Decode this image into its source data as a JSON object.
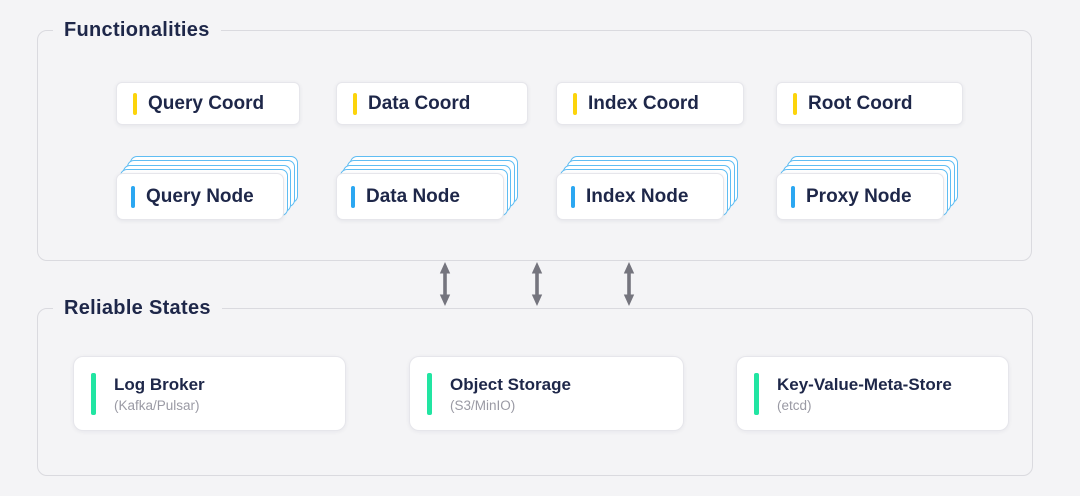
{
  "palette": {
    "background": "#F4F4F6",
    "border": "#DADADF",
    "card_border": "#E6E6EB",
    "card_bg": "#FFFFFF",
    "title_navy": "#1E2749",
    "subtext_gray": "#9A9AA4",
    "accent_yellow": "#FCD40B",
    "accent_blue": "#2BA7F1",
    "accent_green": "#21E5A2",
    "stack_border": "#5FBDF3",
    "arrow_gray": "#75757E"
  },
  "sections": {
    "functionalities": {
      "title": "Functionalities",
      "coordinators": [
        {
          "label": "Query Coord"
        },
        {
          "label": "Data Coord"
        },
        {
          "label": "Index Coord"
        },
        {
          "label": "Root Coord"
        }
      ],
      "nodes": [
        {
          "label": "Query Node"
        },
        {
          "label": "Data Node"
        },
        {
          "label": "Index Node"
        },
        {
          "label": "Proxy Node"
        }
      ]
    },
    "reliable_states": {
      "title": "Reliable States",
      "stores": [
        {
          "label": "Log Broker",
          "sublabel": "(Kafka/Pulsar)"
        },
        {
          "label": "Object Storage",
          "sublabel": "(S3/MinIO)"
        },
        {
          "label": "Key-Value-Meta-Store",
          "sublabel": "(etcd)"
        }
      ]
    }
  },
  "connectors": {
    "type": "bidirectional-vertical-arrow",
    "count": 3
  }
}
